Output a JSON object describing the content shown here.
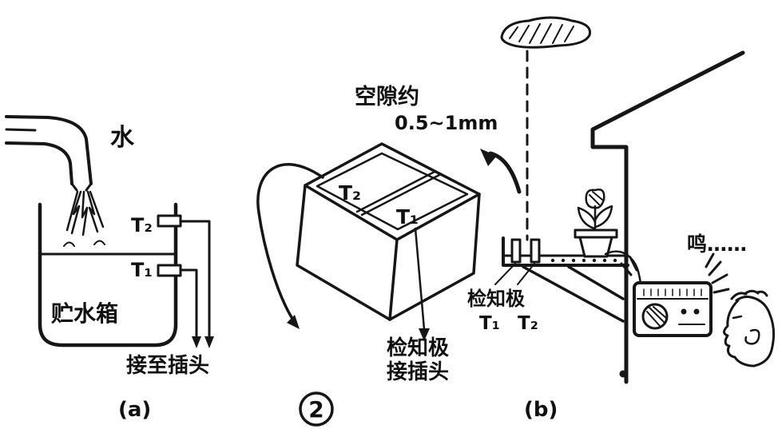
{
  "colors": {
    "ink": "#161616",
    "paper": "#ffffff"
  },
  "figure": {
    "number": "2",
    "panel_a": {
      "water": "水",
      "t2": "T₂",
      "t1": "T₁",
      "tank": "贮水箱",
      "plug": "接至插头",
      "label": "(a)"
    },
    "detector": {
      "gap1": "空隙约",
      "gap2": "0.5~1mm",
      "t2": "T₂",
      "t1": "T₁",
      "lead1": "检知极",
      "lead2": "接插头"
    },
    "panel_b": {
      "electrode": "检知极",
      "t1": "T₁",
      "t2": "T₂",
      "sound": "鸣……",
      "label": "(b)"
    }
  }
}
